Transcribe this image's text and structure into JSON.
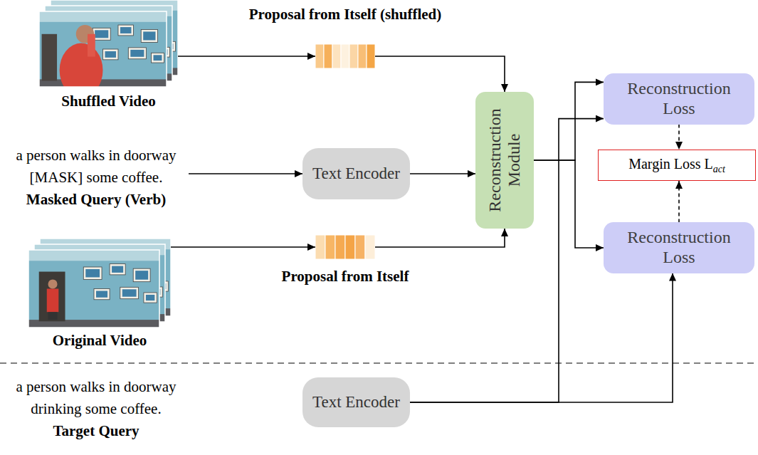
{
  "diagram": {
    "nodes": [
      {
        "text": [
          "Shuffled Video"
        ]
      },
      {
        "text": [
          "Proposal from Itself (shuffled)"
        ]
      },
      {
        "text": [
          "Reconstruction Loss"
        ]
      },
      {
        "text": [
          "a person walks in doorway [MASK] some coffee.",
          "Masked Query (Verb)"
        ]
      },
      {
        "text": [
          "Text Encoder"
        ]
      },
      {
        "text": [
          "Reconstruction Module"
        ]
      },
      {
        "text": [
          "Margin Loss L",
          "act"
        ]
      },
      {
        "text": [
          "Reconstruction Loss"
        ]
      },
      {
        "text": [
          "Original Video"
        ]
      },
      {
        "text": [
          "Proposal from Itself"
        ]
      },
      {
        "text": [
          "a person walks in doorway drinking some coffee.",
          "Target Query"
        ]
      },
      {
        "text": [
          "Text Encoder"
        ]
      }
    ],
    "edges": [
      {
        "from": 0,
        "to": 1,
        "arrow": "to"
      },
      {
        "from": 1,
        "to": 5,
        "arrow": "to"
      },
      {
        "from": 3,
        "to": 4,
        "arrow": "to"
      },
      {
        "from": 4,
        "to": 5,
        "arrow": "to"
      },
      {
        "from": 8,
        "to": 9,
        "arrow": "to"
      },
      {
        "from": 9,
        "to": 5,
        "arrow": "to"
      },
      {
        "from": 5,
        "to": 2,
        "arrow": "to"
      },
      {
        "from": 5,
        "to": 7,
        "arrow": "to"
      },
      {
        "from": 11,
        "to": 2,
        "arrow": "to"
      },
      {
        "from": 11,
        "to": 7,
        "arrow": "to"
      },
      {
        "from": 2,
        "to": 6,
        "arrow": "to"
      },
      {
        "from": 7,
        "to": 6,
        "arrow": "to"
      }
    ]
  }
}
